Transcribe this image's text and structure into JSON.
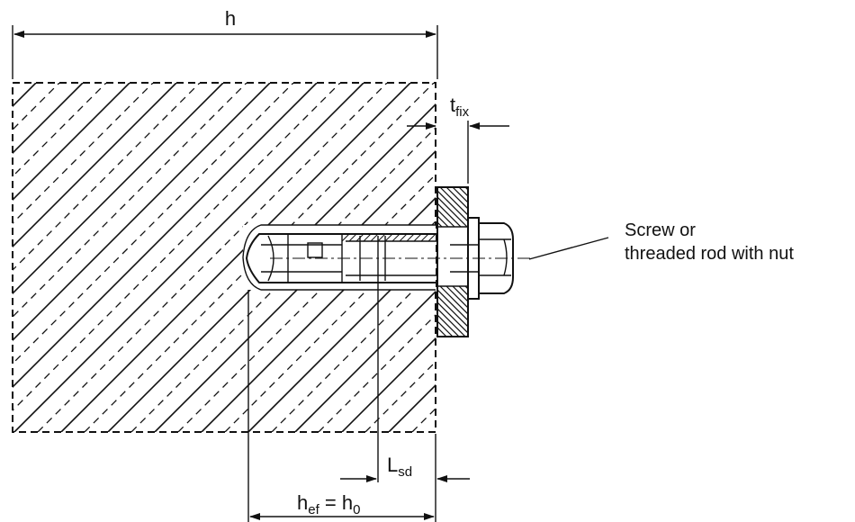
{
  "labels": {
    "h": "h",
    "tfix_main": "t",
    "tfix_sub": "fix",
    "lsd_main": "L",
    "lsd_sub": "sd",
    "hef_main": "h",
    "hef_sub1": "ef",
    "hef_mid": " = h",
    "hef_sub2": "0",
    "callout_line1": "Screw or",
    "callout_line2": "threaded rod with nut"
  }
}
